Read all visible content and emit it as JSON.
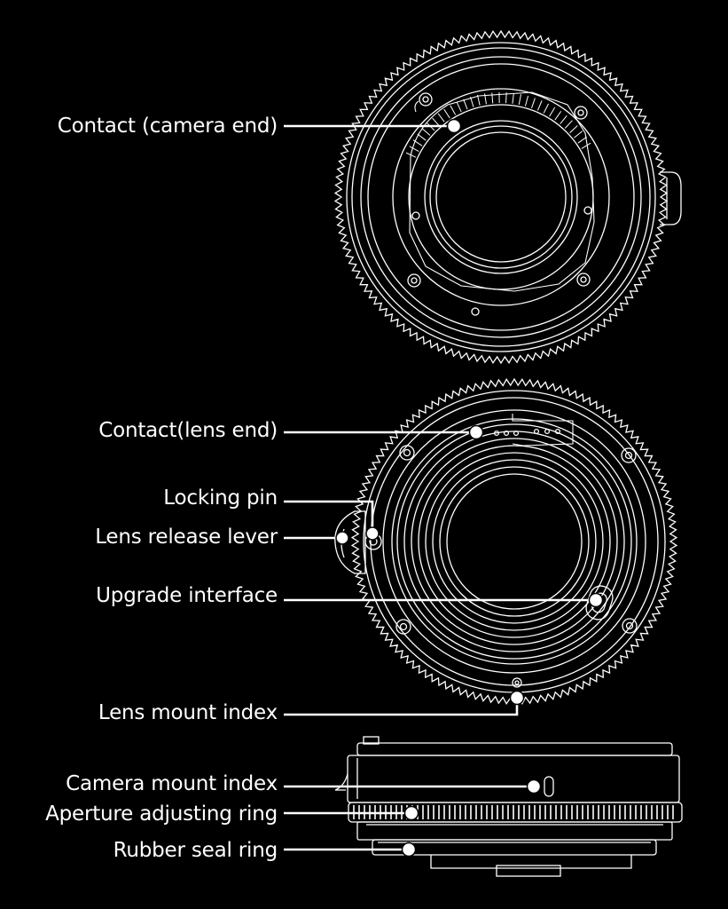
{
  "colors": {
    "background": "#000000",
    "line": "#ffffff",
    "label_text": "#ffffff"
  },
  "labels": {
    "contact_camera_end": "Contact (camera end)",
    "contact_lens_end": "Contact(lens end)",
    "locking_pin": "Locking pin",
    "lens_release_lever": "Lens release lever",
    "upgrade_interface": "Upgrade interface",
    "lens_mount_index": "Lens mount index",
    "camera_mount_index": "Camera mount index",
    "aperture_adjusting_ring": "Aperture adjusting ring",
    "rubber_seal_ring": "Rubber seal ring"
  }
}
